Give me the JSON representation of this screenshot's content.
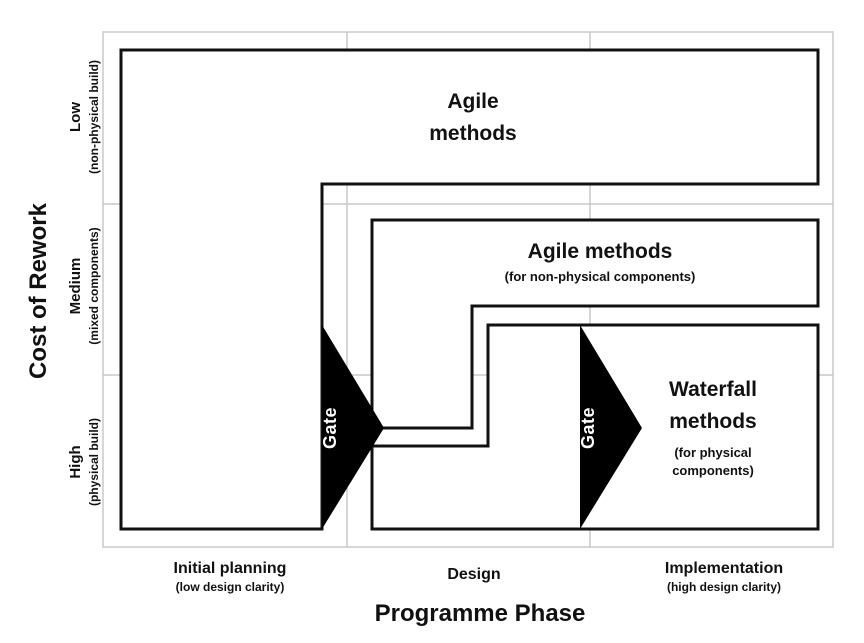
{
  "y_axis": {
    "title": "Cost of Rework",
    "levels": [
      {
        "name": "Low",
        "detail": "(non-physical build)"
      },
      {
        "name": "Medium",
        "detail": "(mixed components)"
      },
      {
        "name": "High",
        "detail": "(physical build)"
      }
    ]
  },
  "x_axis": {
    "title": "Programme Phase",
    "phases": [
      {
        "name": "Initial planning",
        "detail": "(low design clarity)"
      },
      {
        "name": "Design",
        "detail": ""
      },
      {
        "name": "Implementation",
        "detail": "(high design clarity)"
      }
    ]
  },
  "regions": {
    "agile": {
      "line1": "Agile",
      "line2": "methods"
    },
    "agile_nonphysical": {
      "title": "Agile methods",
      "detail": "(for non-physical components)"
    },
    "waterfall": {
      "line1": "Waterfall",
      "line2": "methods",
      "detail1": "(for physical",
      "detail2": "components)"
    }
  },
  "gates": [
    {
      "label": "Gate"
    },
    {
      "label": "Gate"
    }
  ],
  "colors": {
    "grid": "#c8c8c8",
    "outline": "#111111",
    "gate_fill": "#000000"
  }
}
